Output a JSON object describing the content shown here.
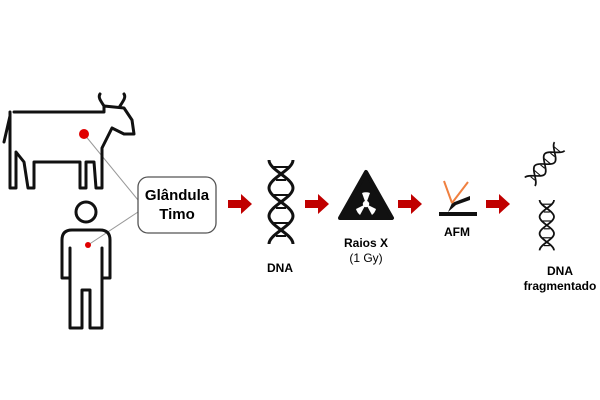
{
  "gland_box": {
    "line1": "Glândula",
    "line2": "Timo"
  },
  "steps": {
    "dna": "DNA",
    "xray": {
      "title": "Raios X",
      "dose": "(1 Gy)"
    },
    "afm": "AFM",
    "fragmented": {
      "line1": "DNA",
      "line2": "fragmentado"
    }
  },
  "colors": {
    "arrow": "#c00000",
    "marker": "#e00000",
    "line": "#111111",
    "connector": "#999999"
  },
  "icons": [
    "cow-icon",
    "human-icon",
    "dna-helix-icon",
    "radiation-icon",
    "afm-probe-icon",
    "broken-dna-icon",
    "arrow-right-icon"
  ]
}
